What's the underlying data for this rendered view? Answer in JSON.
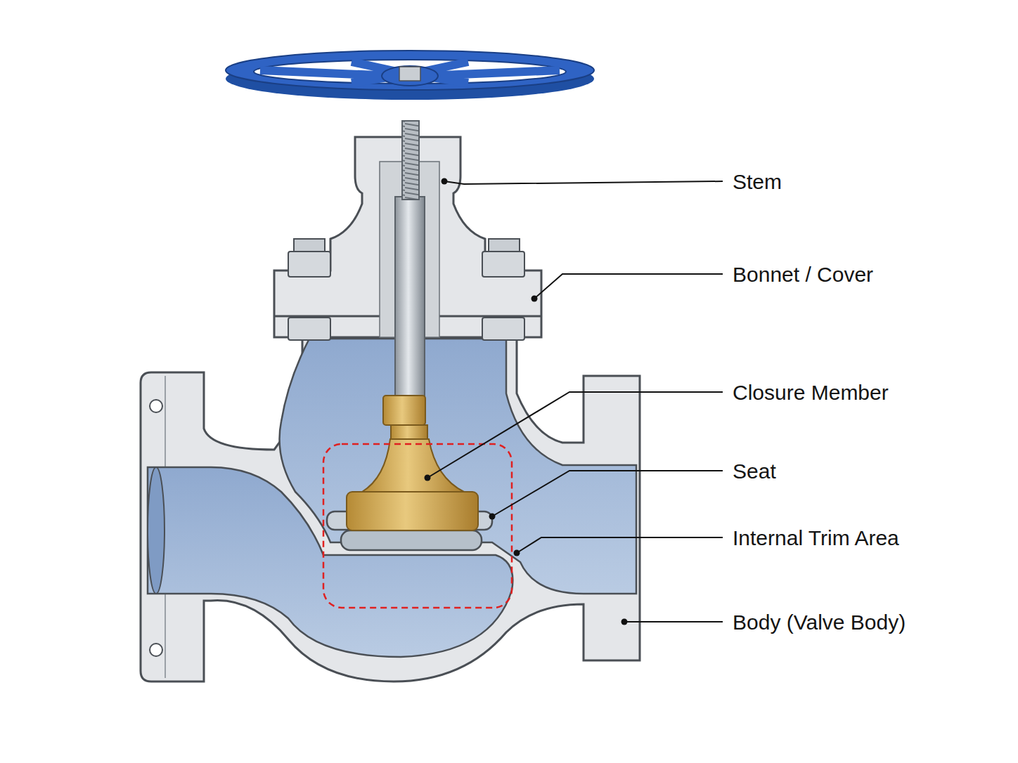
{
  "diagram": {
    "labels": [
      "Stem",
      "Bonnet / Cover",
      "Closure Member",
      "Seat",
      "Internal Trim Area",
      "Body (Valve Body)"
    ]
  }
}
